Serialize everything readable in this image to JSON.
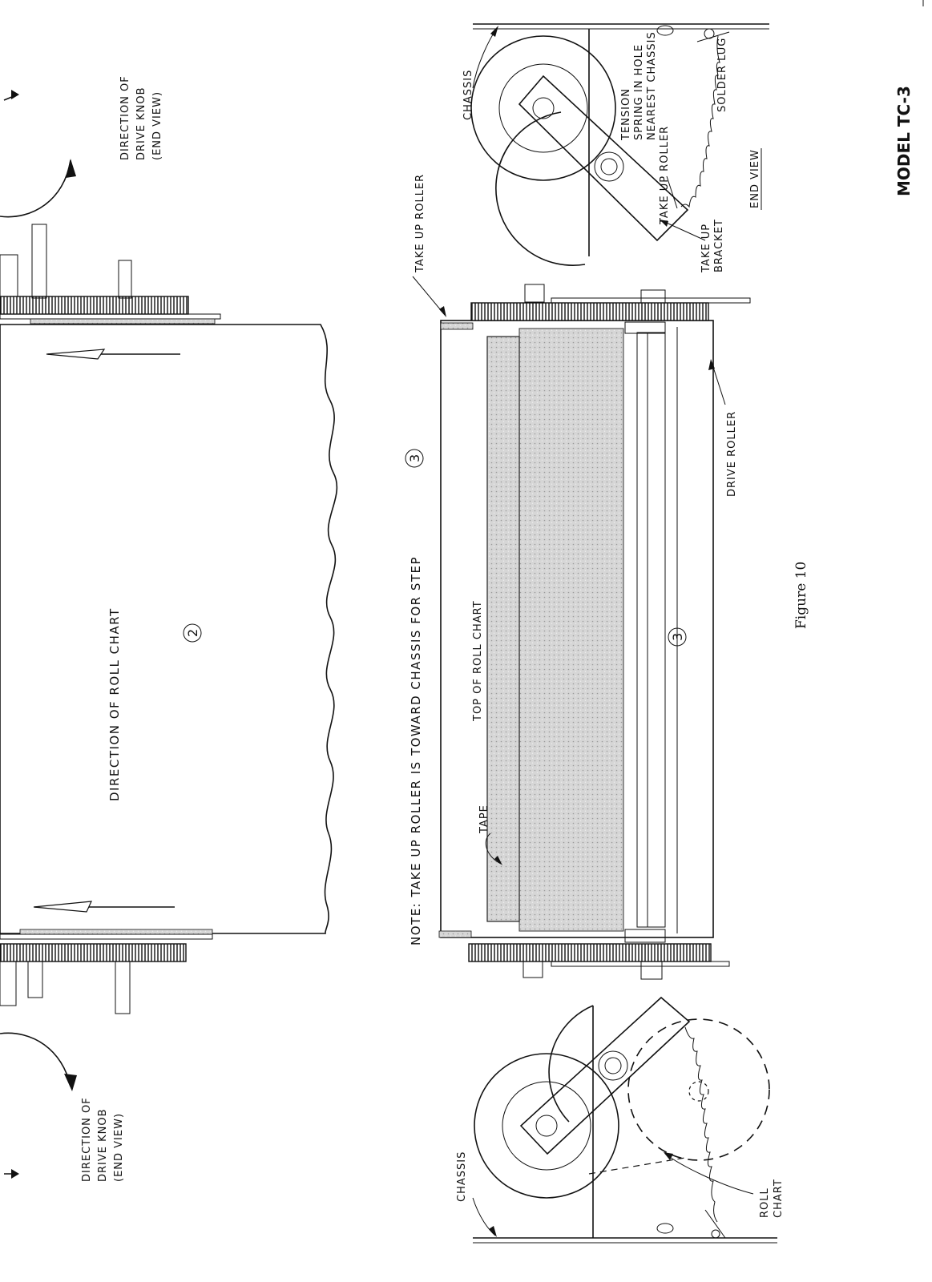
{
  "figure": {
    "caption": "Figure 10",
    "model": "MODEL TC-3",
    "note": "NOTE: TAKE UP ROLLER IS TOWARD CHASSIS FOR STEP",
    "note_step": "3"
  },
  "upper_view": {
    "step_number": "2",
    "direction_of_roll_chart": "DIRECTION OF ROLL CHART",
    "drive_knob_right": {
      "line1": "DIRECTION OF",
      "line2": "DRIVE KNOB",
      "line3": "(END VIEW)"
    },
    "drive_knob_left": {
      "line1": "DIRECTION OF",
      "line2": "DRIVE KNOB",
      "line3": "(END VIEW)"
    }
  },
  "lower_view": {
    "step_number": "3",
    "take_up_roller": "TAKE UP ROLLER",
    "top_of_roll_chart": "TOP OF ROLL CHART",
    "tape": "TAPE",
    "drive_roller": "DRIVE ROLLER"
  },
  "end_view_right": {
    "chassis": "CHASSIS",
    "tension_spring": {
      "line1": "TENSION",
      "line2": "SPRING IN HOLE",
      "line3": "NEAREST CHASSIS"
    },
    "take_up_roller": {
      "line1": "TAKE UP ROLLER",
      "line2": "TAKE UP",
      "line3": "BRACKET"
    },
    "solder_lug": "SOLDER LUG",
    "end_view": "END VIEW"
  },
  "end_view_left": {
    "chassis": "CHASSIS",
    "roll_chart": {
      "line1": "ROLL",
      "line2": "CHART"
    }
  }
}
